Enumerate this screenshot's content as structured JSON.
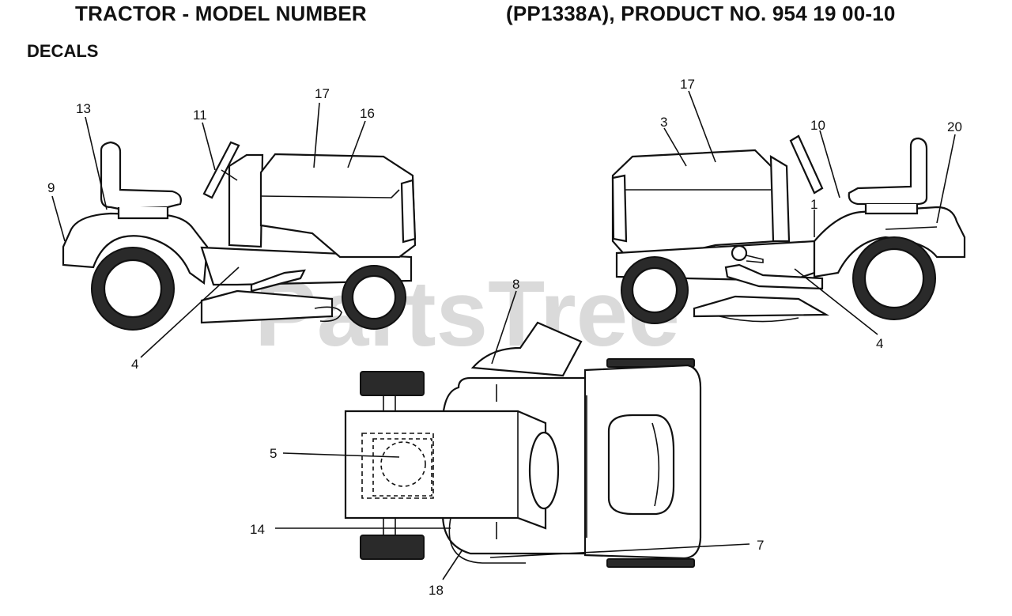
{
  "header": {
    "title_left": "TRACTOR - MODEL NUMBER",
    "title_right": "(PP1338A), PRODUCT NO. 954 19 00-10",
    "section": "DECALS"
  },
  "watermark": "PartsTree",
  "callouts": {
    "left_view": {
      "c13": "13",
      "c11": "11",
      "c17": "17",
      "c16": "16",
      "c9": "9",
      "c4": "4"
    },
    "right_view": {
      "c17": "17",
      "c3": "3",
      "c10": "10",
      "c20": "20",
      "c1": "1",
      "c4": "4"
    },
    "top_view": {
      "c8": "8",
      "c5": "5",
      "c14": "14",
      "c7": "7",
      "c18": "18"
    }
  }
}
